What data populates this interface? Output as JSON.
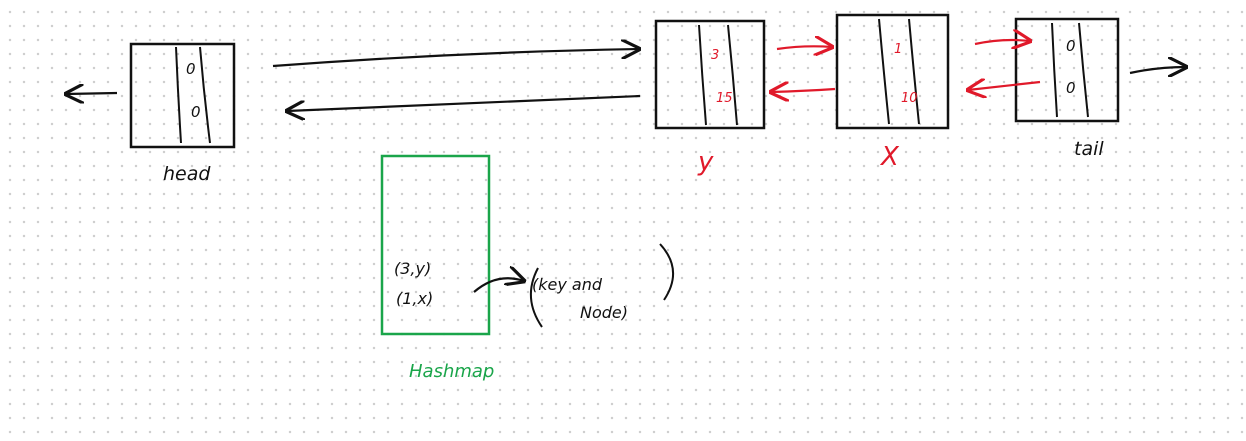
{
  "colors": {
    "ink": "#111111",
    "red": "#e0192a",
    "green": "#1aa54a"
  },
  "nodes": {
    "head": {
      "label": "head",
      "top": "0",
      "bottom": "0"
    },
    "y": {
      "label": "y",
      "top": "3",
      "bottom": "15"
    },
    "x": {
      "label": "X",
      "top": "1",
      "bottom": "10"
    },
    "tail": {
      "label": "tail",
      "top": "0",
      "bottom": "0"
    }
  },
  "hashmap": {
    "label": "Hashmap",
    "entries": [
      "(3,y)",
      "(1,x)"
    ]
  },
  "annotation": {
    "line1": "(key and",
    "line2": "Node)"
  }
}
